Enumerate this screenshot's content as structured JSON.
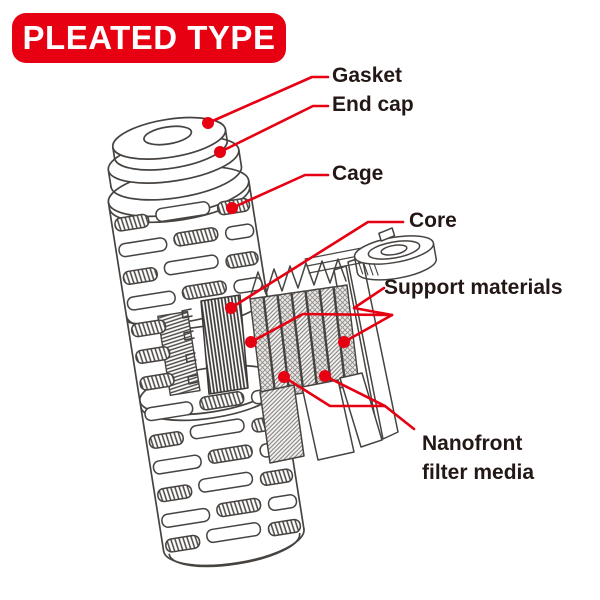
{
  "badge": {
    "label": "PLEATED TYPE",
    "bg": "#e60012",
    "fg": "#ffffff"
  },
  "labels": {
    "gasket": "Gasket",
    "end_cap": "End cap",
    "cage": "Cage",
    "core": "Core",
    "support_materials": "Support materials",
    "nanofront_line1": "Nanofront",
    "nanofront_line2": "filter media"
  },
  "colors": {
    "leader_red": "#e60012",
    "line_art": "#474340",
    "text": "#231815",
    "background": "#ffffff"
  },
  "icons": {
    "leader_dots": [
      "gasket-dot",
      "end-cap-dot",
      "cage-dot",
      "core-dot",
      "support-left-dot",
      "support-right-dot",
      "nanofront-left-dot",
      "nanofront-right-dot"
    ]
  }
}
